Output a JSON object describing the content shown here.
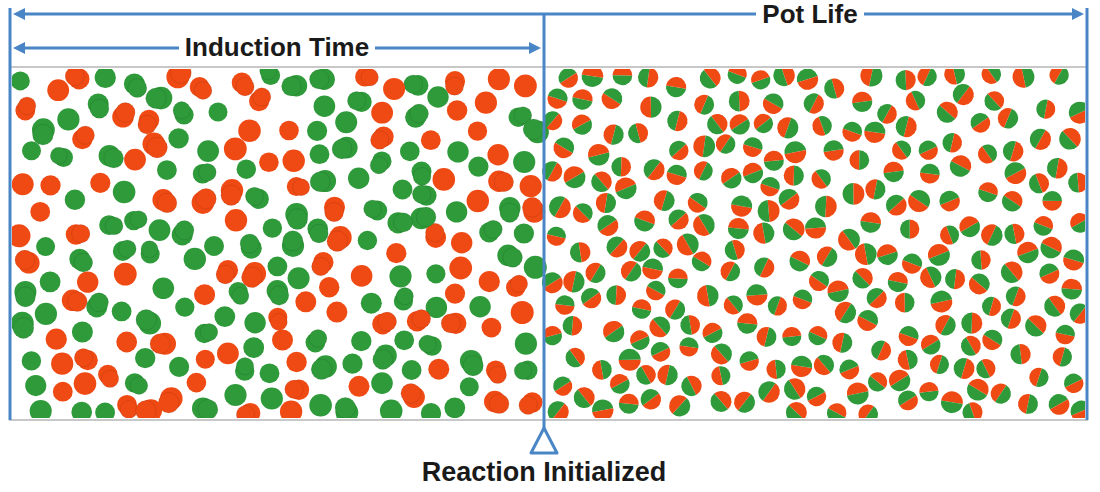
{
  "diagram": {
    "labels": [
      "Pot Life",
      "Induction Time",
      "Reaction Initialized"
    ]
  }
}
